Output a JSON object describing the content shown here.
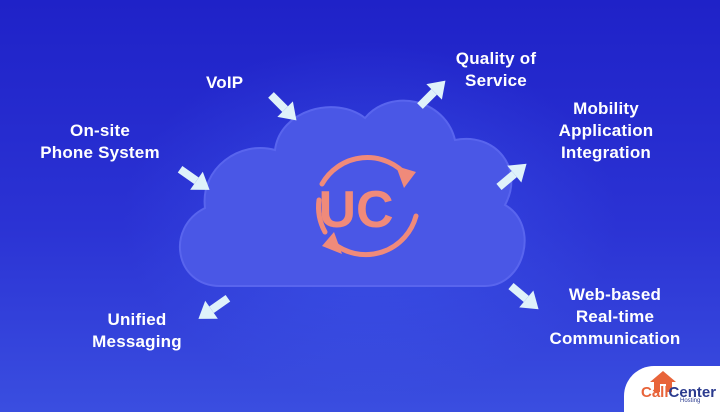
{
  "center": {
    "text": "UC"
  },
  "labels": {
    "voip": "VoIP",
    "quality_line1": "Quality of",
    "quality_line2": "Service",
    "onsite_line1": "On-site",
    "onsite_line2": "Phone System",
    "mobility_line1": "Mobility",
    "mobility_line2": "Application",
    "mobility_line3": "Integration",
    "messaging_line1": "Unified",
    "messaging_line2": "Messaging",
    "web_line1": "Web-based",
    "web_line2": "Real-time",
    "web_line3": "Communication"
  },
  "logo": {
    "call": "Call",
    "center": "Center",
    "hosting": "Hosting"
  },
  "colors": {
    "background_top": "#1f22c8",
    "background_bottom": "#3a4ee0",
    "cloud": "#4a57e6",
    "uc_ring": "#f08a7a",
    "arrow": "#dff2fa",
    "label": "#ffffff"
  }
}
